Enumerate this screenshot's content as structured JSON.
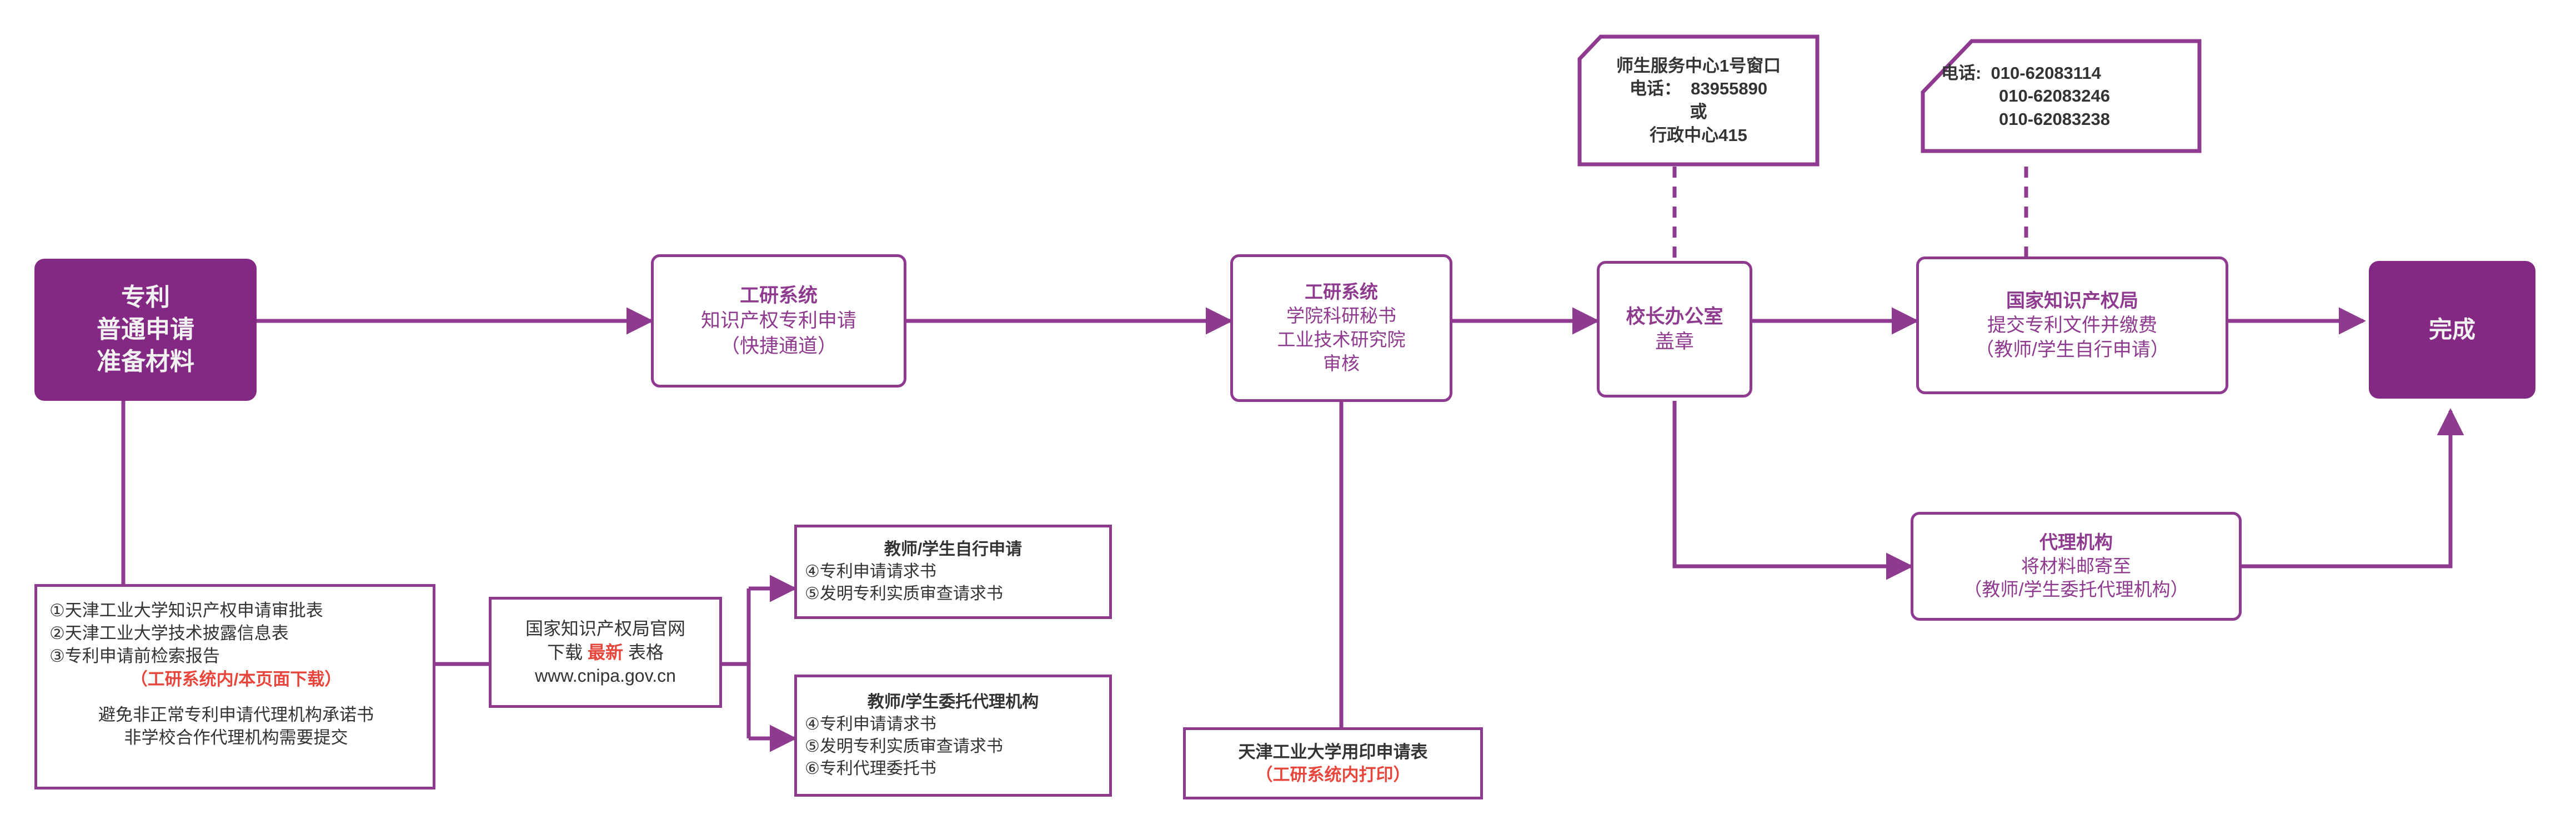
{
  "theme": {
    "fill_purple": "#832883",
    "stroke_purple": "#8E3A8E",
    "text_dark": "#333333",
    "accent_red": "#E8453C",
    "page_bg": "#ffffff"
  },
  "nodes": {
    "start": {
      "lines": [
        "专利",
        "普通申请",
        "准备材料"
      ]
    },
    "gys_quick": {
      "head": "工研系统",
      "lines": [
        "知识产权专利申请",
        "（快捷通道）"
      ]
    },
    "gys_review": {
      "head": "工研系统",
      "lines": [
        "学院科研秘书",
        "工业技术研究院",
        "审核"
      ]
    },
    "president_office": {
      "head": "校长办公室",
      "lines": [
        "盖章"
      ]
    },
    "cnipa_submit": {
      "head": "国家知识产权局",
      "lines": [
        "提交专利文件并缴费",
        "（教师/学生自行申请）"
      ]
    },
    "agency": {
      "head": "代理机构",
      "lines": [
        "将材料邮寄至",
        "（教师/学生委托代理机构）"
      ]
    },
    "finish": {
      "lines": [
        "完成"
      ]
    }
  },
  "notes": {
    "materials": {
      "items": [
        "①天津工业大学知识产权申请审批表",
        "②天津工业大学技术披露信息表",
        "③专利申请前检索报告"
      ],
      "red_note": "（工研系统内/本页面下载）",
      "footer": [
        "避免非正常专利申请代理机构承诺书",
        "非学校合作代理机构需要提交"
      ]
    },
    "cnipa_site": {
      "line1": "国家知识产权局官网",
      "line2_pre": "下载 ",
      "line2_red": "最新",
      "line2_post": " 表格",
      "line3": "www.cnipa.gov.cn"
    },
    "self_apply": {
      "title": "教师/学生自行申请",
      "items": [
        "④专利申请请求书",
        "⑤发明专利实质审查请求书"
      ]
    },
    "entrust_agency": {
      "title": "教师/学生委托代理机构",
      "items": [
        "④专利申请请求书",
        "⑤发明专利实质审查请求书",
        "⑥专利代理委托书"
      ]
    },
    "seal_form": {
      "line1": "天津工业大学用印申请表",
      "line2_red": "（工研系统内打印）"
    }
  },
  "callouts": {
    "service_center": {
      "lines": [
        "师生服务中心1号窗口",
        "电话：  83955890",
        "或",
        "行政中心415"
      ]
    },
    "cnipa_phones": {
      "lines": [
        "电话:  010-62083114",
        "010-62083246",
        "010-62083238"
      ]
    }
  }
}
